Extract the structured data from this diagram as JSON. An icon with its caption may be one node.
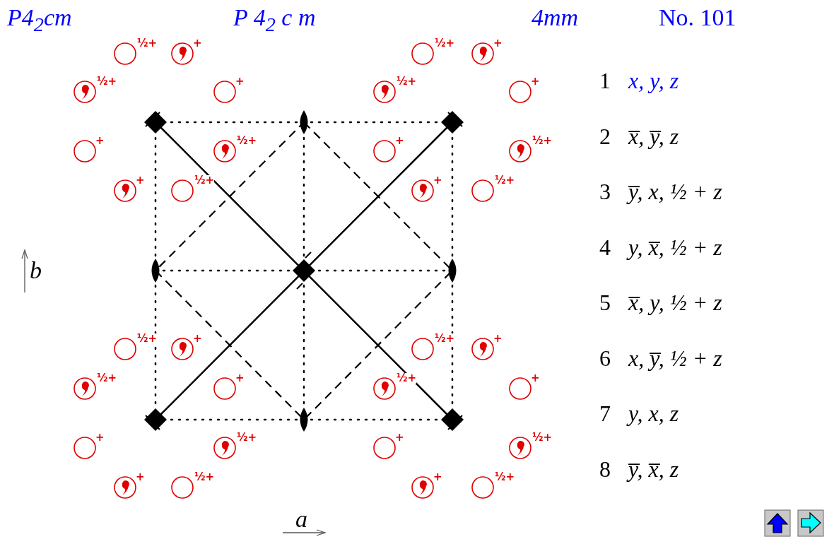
{
  "diagram": {
    "labels": [
      "P4$_{2}$cm",
      "P 4$_{2}$ c m",
      "4mm",
      "No. 101",
      "½+",
      "+",
      "½+",
      "+",
      "½+",
      "+",
      "½+",
      "+",
      "+",
      "½+",
      "+",
      "½+",
      "+",
      "½+",
      "+",
      "½+",
      "½+",
      "+",
      "½+",
      "+",
      "½+",
      "+",
      "½+",
      "+",
      "+",
      "½+",
      "+",
      "½+",
      "+",
      "½+",
      "+",
      "½+",
      "1",
      "x, y, z",
      "2",
      "x̅, y̅, z",
      "3",
      "y̅, x, ½ + z",
      "4",
      "y, x̅, ½ + z",
      "5",
      "x̅, y, ½ + z",
      "6",
      "x, y̅, ½ + z",
      "7",
      "y, x, z",
      "8",
      "y̅, x̅, z",
      "b",
      "a"
    ]
  }
}
